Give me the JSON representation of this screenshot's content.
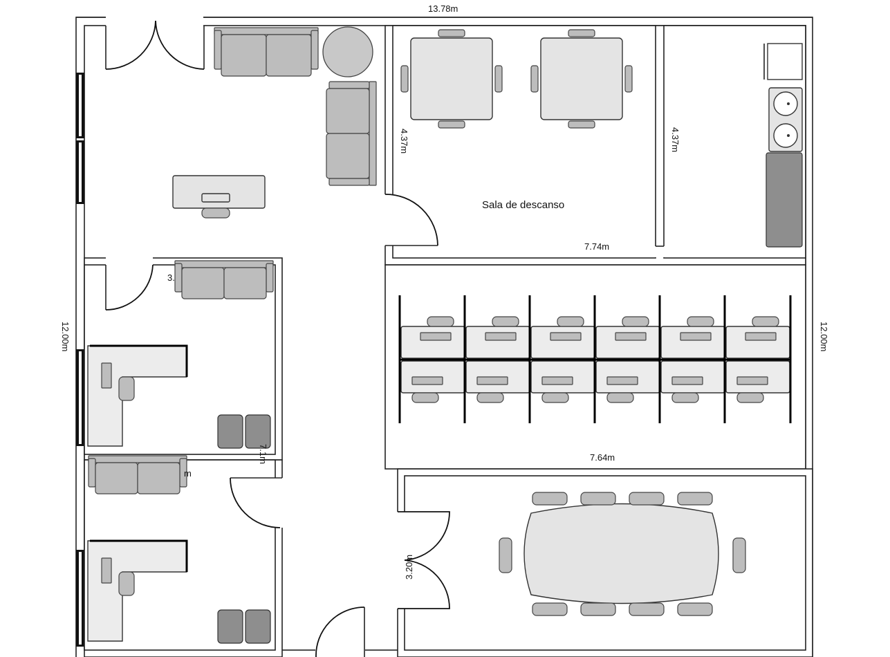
{
  "plan": {
    "dimensions": {
      "top_width": "13.78m",
      "left_height": "12.00m",
      "right_height": "12.00m",
      "break_room_height_left": "4.37m",
      "break_room_height_right": "4.37m",
      "break_room_width": "7.74m",
      "open_office_width": "7.64m",
      "office1_partial": "3.",
      "office_partial_vertical": "7.1m",
      "office2_partial": "m",
      "conference_door": "3.20m"
    },
    "rooms": {
      "break_room": "Sala de descanso"
    },
    "colors": {
      "wall": "#222222",
      "furniture_light": "#bdbdbd",
      "furniture_dark": "#8e8e8e",
      "table": "#e4e4e4"
    }
  }
}
